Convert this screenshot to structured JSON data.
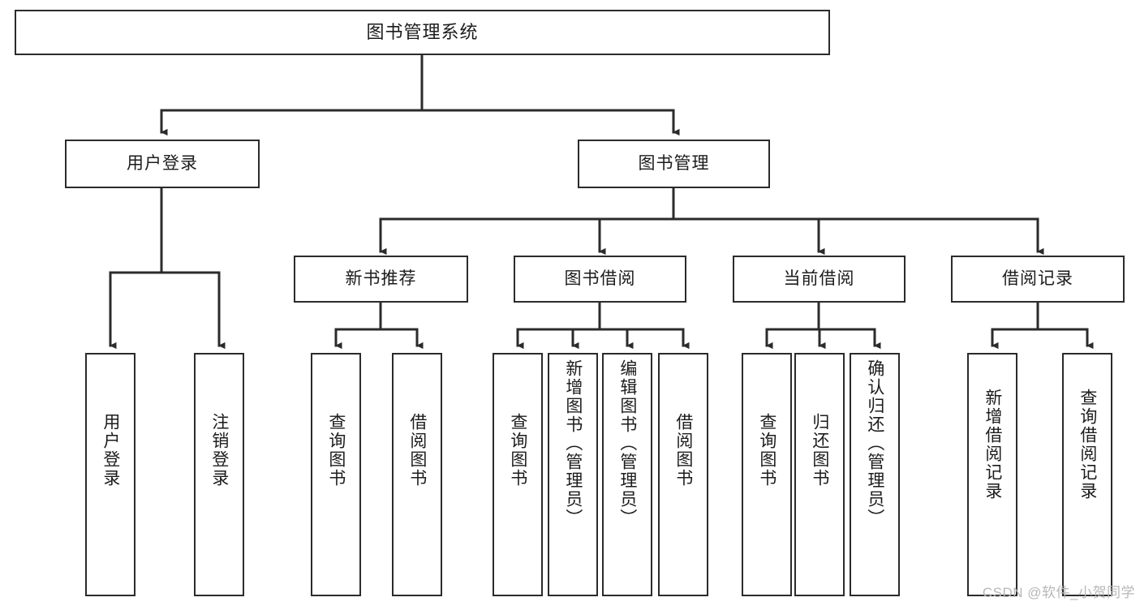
{
  "diagram": {
    "type": "tree",
    "title": "图书管理系统",
    "orientation": "top-down",
    "colors": {
      "box_border": "#2b2b2b",
      "box_fill": "#ffffff",
      "connector": "#2b2b2b",
      "text": "#1c1c1c",
      "watermark": "#b7b7b7",
      "canvas": "#ffffff"
    }
  },
  "nodes": {
    "root": {
      "label": "图书管理系统",
      "level": 0
    },
    "level1": [
      {
        "id": "user-login",
        "label": "用户登录"
      },
      {
        "id": "book-manage",
        "label": "图书管理"
      }
    ],
    "level2": [
      {
        "id": "new-book-recommend",
        "label": "新书推荐",
        "parent": "book-manage"
      },
      {
        "id": "book-borrow",
        "label": "图书借阅",
        "parent": "book-manage"
      },
      {
        "id": "current-borrow",
        "label": "当前借阅",
        "parent": "book-manage"
      },
      {
        "id": "borrow-record",
        "label": "借阅记录",
        "parent": "book-manage"
      }
    ],
    "leaves": [
      {
        "id": "leaf-user-login",
        "label": "用户登录",
        "parent": "user-login"
      },
      {
        "id": "leaf-logout-login",
        "label": "注销登录",
        "parent": "user-login"
      },
      {
        "id": "leaf-query-book-1",
        "label": "查询图书",
        "parent": "new-book-recommend"
      },
      {
        "id": "leaf-borrow-book-1",
        "label": "借阅图书",
        "parent": "new-book-recommend"
      },
      {
        "id": "leaf-query-book-2",
        "label": "查询图书",
        "parent": "book-borrow"
      },
      {
        "id": "leaf-add-book",
        "label": "新增图书（管理员）",
        "parent": "book-borrow"
      },
      {
        "id": "leaf-edit-book",
        "label": "编辑图书（管理员）",
        "parent": "book-borrow"
      },
      {
        "id": "leaf-borrow-book-2",
        "label": "借阅图书",
        "parent": "book-borrow"
      },
      {
        "id": "leaf-query-book-3",
        "label": "查询图书",
        "parent": "current-borrow"
      },
      {
        "id": "leaf-return-book",
        "label": "归还图书",
        "parent": "current-borrow"
      },
      {
        "id": "leaf-confirm-return",
        "label": "确认归还（管理员）",
        "parent": "current-borrow"
      },
      {
        "id": "leaf-add-record",
        "label": "新增借阅记录",
        "parent": "borrow-record"
      },
      {
        "id": "leaf-query-record",
        "label": "查询借阅记录",
        "parent": "borrow-record"
      }
    ]
  },
  "watermark": {
    "text": "CSDN @软件_小贺同学"
  }
}
